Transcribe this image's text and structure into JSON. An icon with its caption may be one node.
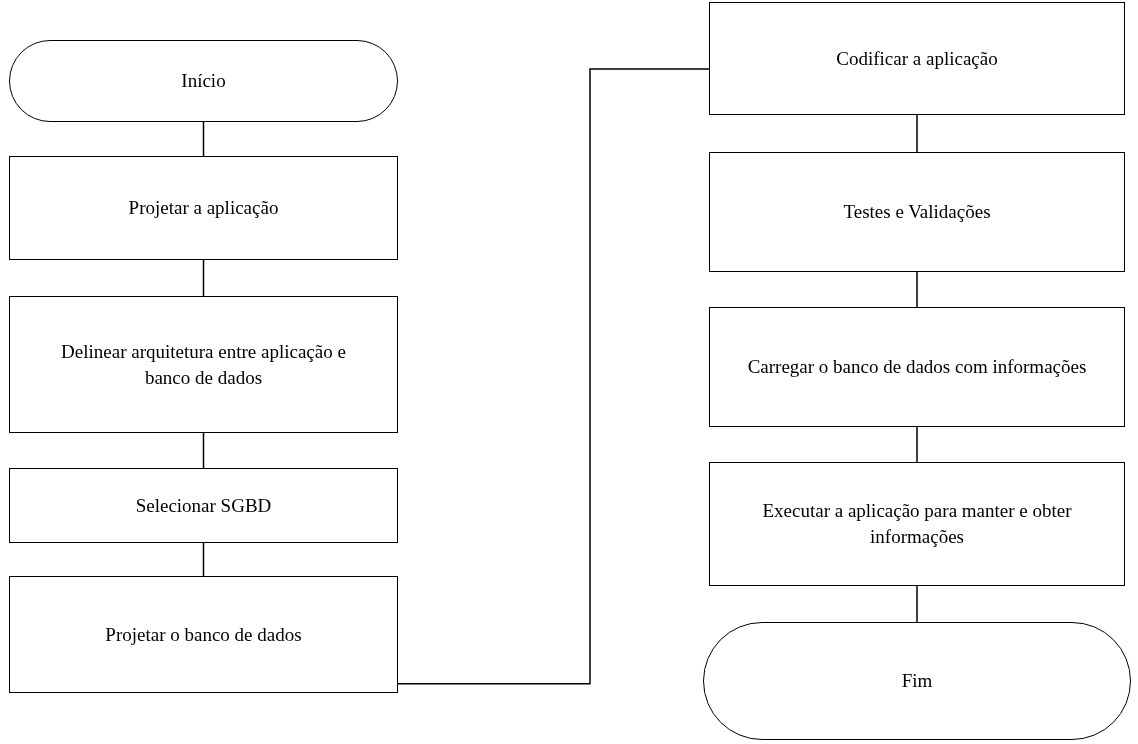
{
  "diagram": {
    "nodes": [
      {
        "text": [
          "Início"
        ]
      },
      {
        "text": [
          "Projetar a aplicação"
        ]
      },
      {
        "text": [
          "Delinear arquitetura entre aplicação e banco de dados"
        ]
      },
      {
        "text": [
          "Selecionar SGBD"
        ]
      },
      {
        "text": [
          "Projetar o banco de dados"
        ]
      },
      {
        "text": [
          "Codificar a aplicação"
        ]
      },
      {
        "text": [
          "Testes e Validações"
        ]
      },
      {
        "text": [
          "Carregar o banco de dados com informações"
        ]
      },
      {
        "text": [
          "Executar a aplicação para manter e obter informações"
        ]
      },
      {
        "text": [
          "Fim"
        ]
      }
    ],
    "edges": [
      {
        "from": 0,
        "to": 1,
        "arrow": "none"
      },
      {
        "from": 1,
        "to": 2,
        "arrow": "none"
      },
      {
        "from": 2,
        "to": 3,
        "arrow": "none"
      },
      {
        "from": 3,
        "to": 4,
        "arrow": "none"
      },
      {
        "from": 4,
        "to": 5,
        "arrow": "none"
      },
      {
        "from": 5,
        "to": 6,
        "arrow": "none"
      },
      {
        "from": 6,
        "to": 7,
        "arrow": "none"
      },
      {
        "from": 7,
        "to": 8,
        "arrow": "none"
      },
      {
        "from": 8,
        "to": 9,
        "arrow": "none"
      }
    ]
  }
}
